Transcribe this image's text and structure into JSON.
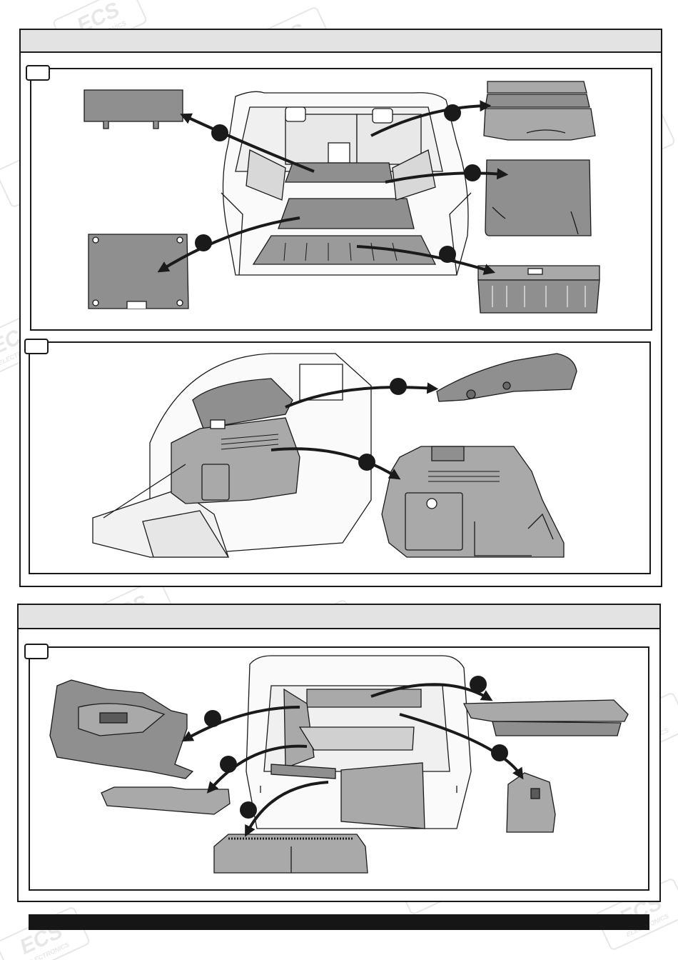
{
  "watermark": {
    "brand": "ECS",
    "sub": "ELECTRONICS",
    "color": "#bdbdbd"
  },
  "colors": {
    "line": "#1a1a1a",
    "panel_fill": "#8f8f8f",
    "panel_fill_light": "#a9a9a9",
    "header_fill": "#e3e3e3"
  },
  "sections": [
    {
      "name": "section-1",
      "steps": [
        "step-1",
        "step-2"
      ]
    },
    {
      "name": "section-2",
      "steps": [
        "step-3"
      ]
    }
  ],
  "icons": [
    "arrow-icon",
    "callout-dot-icon",
    "ecs-watermark-icon"
  ]
}
